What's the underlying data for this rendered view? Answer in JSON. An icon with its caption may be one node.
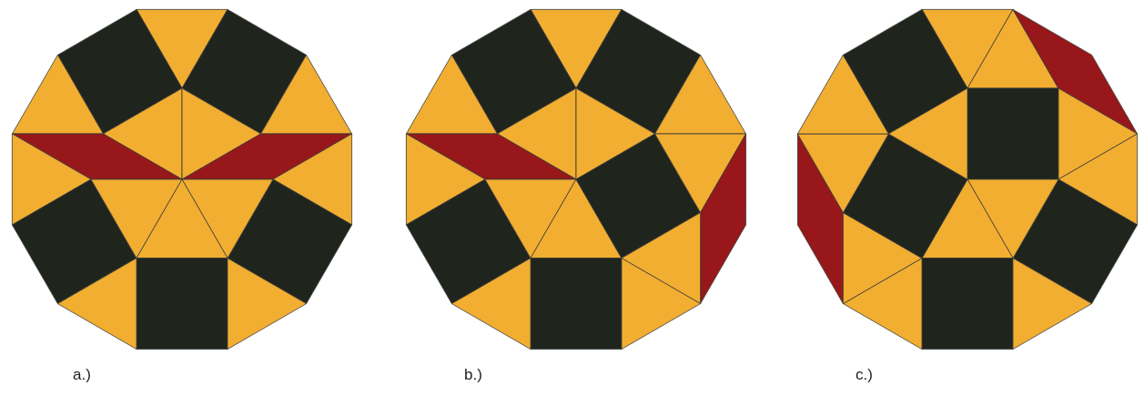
{
  "diagram": {
    "labels": [
      "a.)",
      "b.)",
      "c.)"
    ]
  }
}
